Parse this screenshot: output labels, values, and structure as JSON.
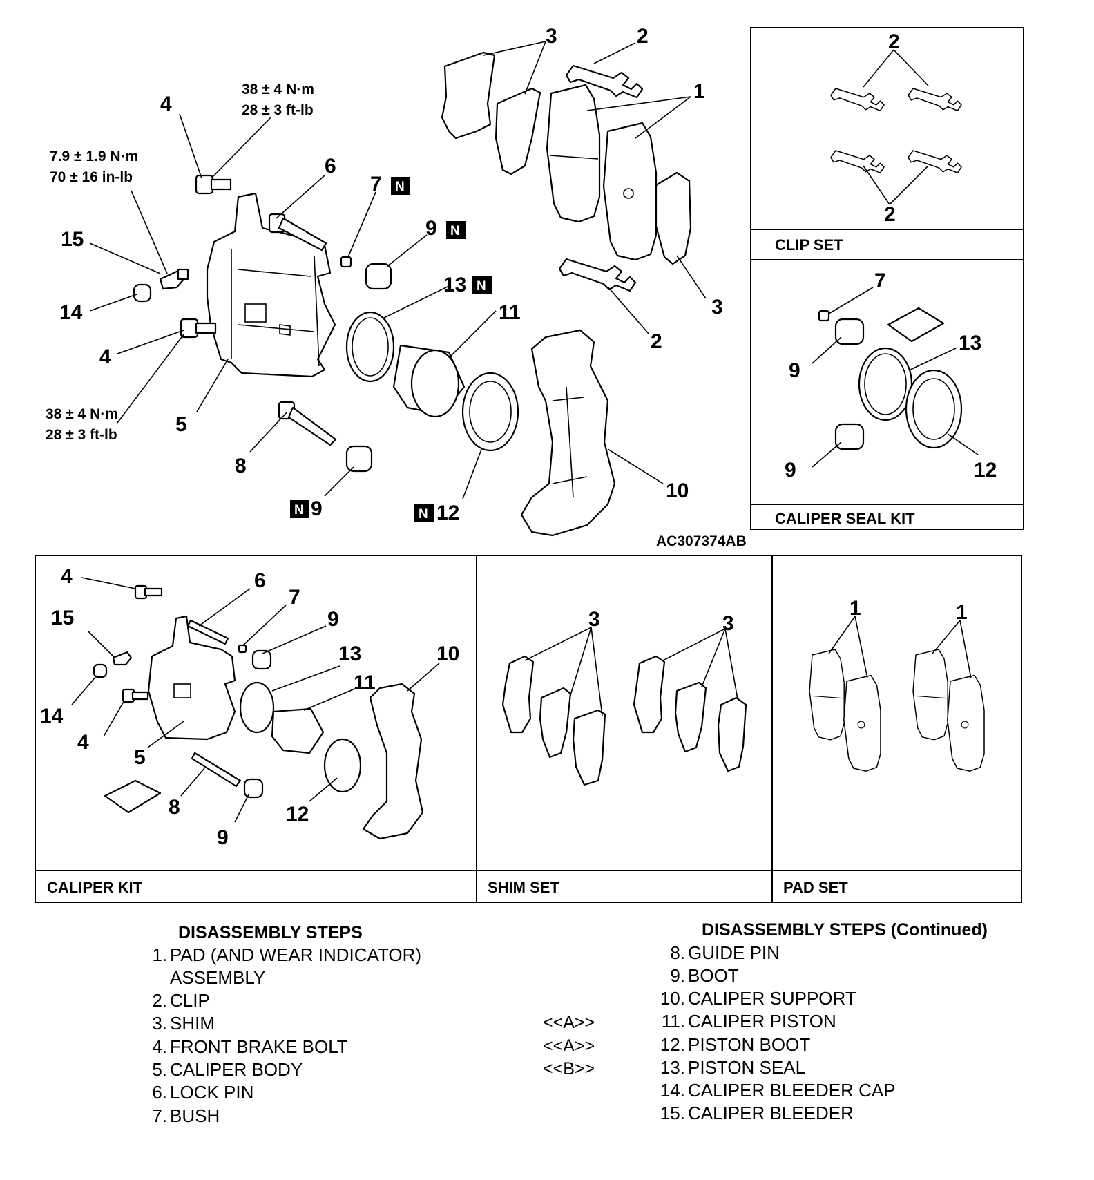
{
  "torque_specs": {
    "upper_bolt": [
      "38 ± 4 N·m",
      "28 ± 3 ft-lb"
    ],
    "bleeder": [
      "7.9 ± 1.9 N·m",
      "70 ± 16 in-lb"
    ],
    "lower_bolt": [
      "38 ± 4 N·m",
      "28 ± 3 ft-lb"
    ]
  },
  "new_part_mark": "N",
  "figure_code": "AC307374AB",
  "callouts": {
    "c1": "1",
    "c2": "2",
    "c3": "3",
    "c4": "4",
    "c5": "5",
    "c6": "6",
    "c7": "7",
    "c8": "8",
    "c9": "9",
    "c10": "10",
    "c11": "11",
    "c12": "12",
    "c13": "13",
    "c14": "14",
    "c15": "15"
  },
  "kits": {
    "clip_set": "CLIP SET",
    "caliper_seal_kit": "CALIPER SEAL KIT",
    "caliper_kit": "CALIPER KIT",
    "shim_set": "SHIM SET",
    "pad_set": "PAD SET"
  },
  "disassembly": {
    "title": "DISASSEMBLY STEPS",
    "title_continued": "DISASSEMBLY STEPS (Continued)",
    "left": [
      {
        "num": "1.",
        "text": "PAD (AND WEAR INDICATOR)"
      },
      {
        "num": "",
        "text": "ASSEMBLY"
      },
      {
        "num": "2.",
        "text": "CLIP"
      },
      {
        "num": "3.",
        "text": "SHIM"
      },
      {
        "num": "4.",
        "text": "FRONT BRAKE BOLT"
      },
      {
        "num": "5.",
        "text": "CALIPER BODY"
      },
      {
        "num": "6.",
        "text": "LOCK PIN"
      },
      {
        "num": "7.",
        "text": "BUSH"
      }
    ],
    "right": [
      {
        "num": "8.",
        "text": "GUIDE PIN"
      },
      {
        "num": "9.",
        "text": "BOOT"
      },
      {
        "num": "10.",
        "text": "CALIPER SUPPORT"
      },
      {
        "num": "11.",
        "text": "CALIPER PISTON"
      },
      {
        "num": "12.",
        "text": "PISTON BOOT"
      },
      {
        "num": "13.",
        "text": "PISTON SEAL"
      },
      {
        "num": "14.",
        "text": "CALIPER BLEEDER CAP"
      },
      {
        "num": "15.",
        "text": "CALIPER BLEEDER"
      }
    ],
    "marks": [
      "<<A>>",
      "<<A>>",
      "<<B>>"
    ]
  }
}
